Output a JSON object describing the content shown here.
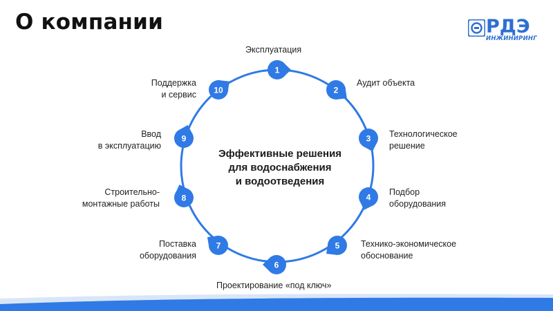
{
  "title": "О компании",
  "logo": {
    "name": "РДЭ",
    "subtitle": "ИНЖИНИРИНГ"
  },
  "center": [
    "Эффективные решения",
    "для водоснабжения",
    "и водоотведения"
  ],
  "steps": [
    {
      "number": "1",
      "lines": [
        "Эксплуатация"
      ]
    },
    {
      "number": "2",
      "lines": [
        "Аудит объекта"
      ]
    },
    {
      "number": "3",
      "lines": [
        "Технологическое",
        "решение"
      ]
    },
    {
      "number": "4",
      "lines": [
        "Подбор",
        "оборудования"
      ]
    },
    {
      "number": "5",
      "lines": [
        "Технико-экономическое",
        "обоснование"
      ]
    },
    {
      "number": "6",
      "lines": [
        "Проектирование «под ключ»"
      ]
    },
    {
      "number": "7",
      "lines": [
        "Поставка",
        "оборудования"
      ]
    },
    {
      "number": "8",
      "lines": [
        "Строительно-",
        "монтажные работы"
      ]
    },
    {
      "number": "9",
      "lines": [
        "Ввод",
        "в эксплуатацию"
      ]
    },
    {
      "number": "10",
      "lines": [
        "Поддержка",
        "и сервис"
      ]
    }
  ],
  "colors": {
    "accent": "#2f6fd1",
    "node": "#2f7ae5",
    "text": "#222222",
    "footer": "#d9e6f7"
  }
}
